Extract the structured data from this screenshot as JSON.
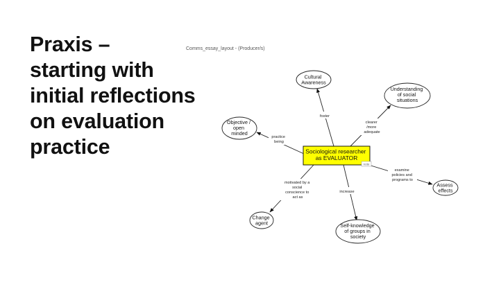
{
  "slide": {
    "title_lines": [
      "Praxis –",
      "starting with",
      "initial reflections",
      "on evaluation",
      "practice"
    ],
    "caption": "Comms_essay_layout - (Producer/s)"
  },
  "concept_map": {
    "center": {
      "lines": [
        "Sociological researcher",
        "as EVALUATOR"
      ],
      "fill": "#ffff00",
      "stroke": "#000000",
      "tag": "note"
    },
    "nodes": [
      {
        "id": "cultural",
        "lines": [
          "Cultural",
          "Awareness"
        ],
        "edge_label": [
          "foster"
        ]
      },
      {
        "id": "understanding",
        "lines": [
          "Understanding",
          "of social",
          "situations"
        ],
        "edge_label": [
          "clearer",
          "/more",
          "adequate"
        ]
      },
      {
        "id": "objective",
        "lines": [
          "Objective /",
          "open",
          "minded"
        ],
        "edge_label": [
          "practice",
          "being"
        ]
      },
      {
        "id": "assess",
        "lines": [
          "Assess",
          "effects"
        ],
        "edge_label": [
          "examine",
          "policies and",
          "programs to"
        ]
      },
      {
        "id": "change",
        "lines": [
          "Change",
          "agent"
        ],
        "edge_label": [
          "motivated by a",
          "social",
          "conscience to",
          "act as"
        ]
      },
      {
        "id": "selfknowledge",
        "lines": [
          "Self-knowledge",
          "of groups in",
          "society"
        ],
        "edge_label": [
          "increase"
        ]
      }
    ]
  }
}
